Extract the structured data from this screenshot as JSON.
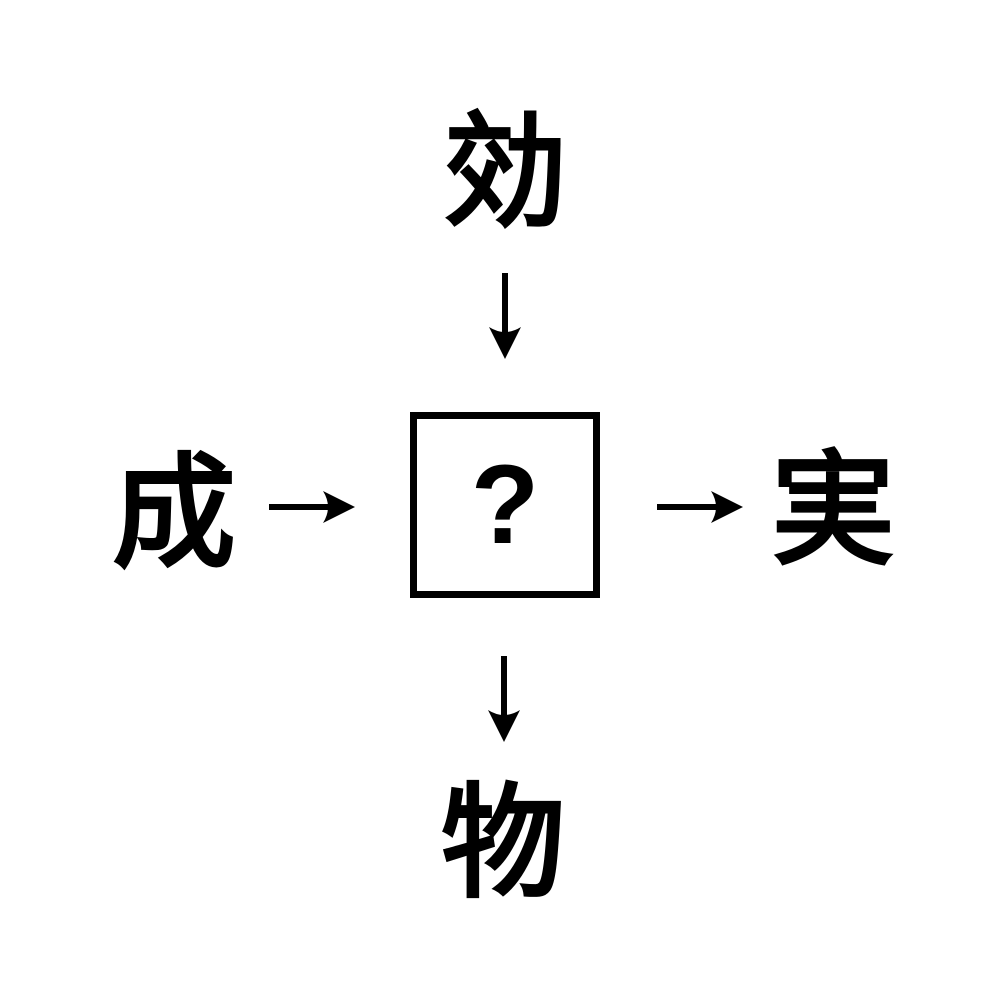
{
  "puzzle": {
    "type": "kanji-fill-in-puzzle",
    "center_placeholder": "?",
    "kanji": {
      "top": "効",
      "left": "成",
      "right": "実",
      "bottom": "物"
    },
    "relations": [
      "top flows down into center box",
      "left flows right into center box",
      "center box flows right into right kanji",
      "center box flows down into bottom kanji"
    ],
    "colors": {
      "foreground": "#000000",
      "background": "#ffffff"
    }
  }
}
